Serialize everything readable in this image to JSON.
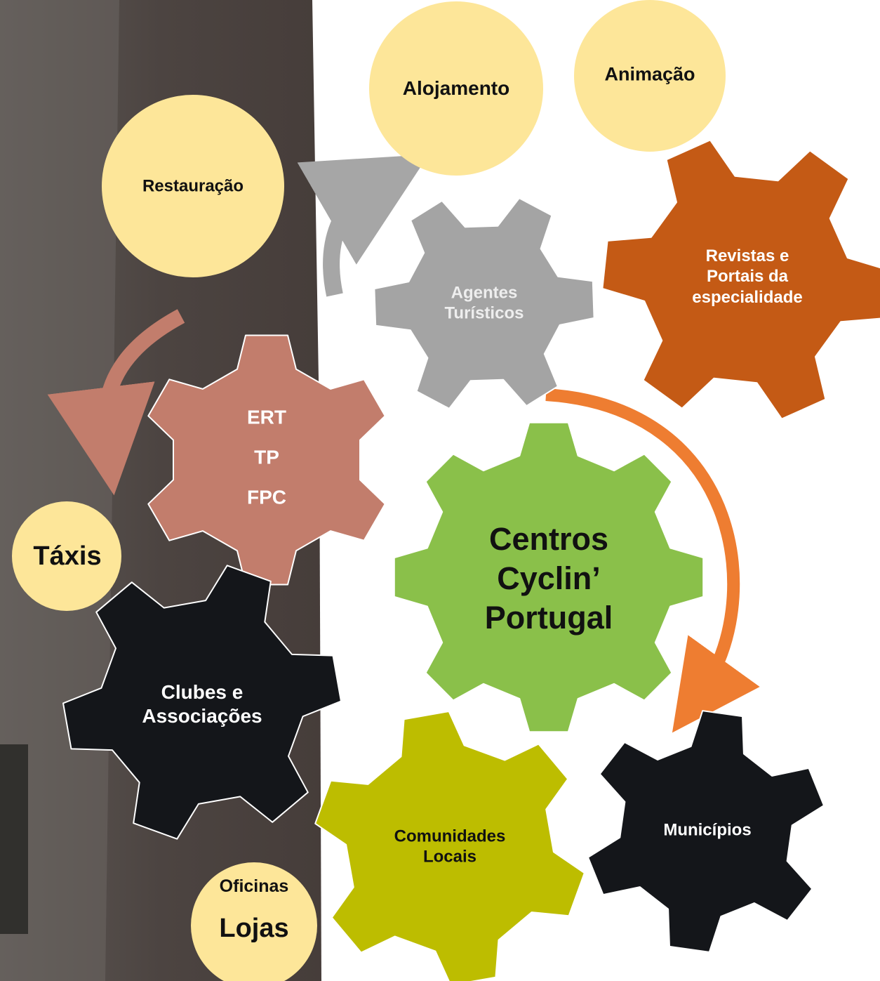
{
  "colors": {
    "wall": "#4e4540",
    "wall_light": "#7a7470",
    "circle_fill": "#fde699",
    "gear_green": "#8ac04a",
    "gear_salmon": "#c27d6c",
    "gear_gray": "#a4a4a4",
    "gear_orange": "#c45a15",
    "gear_black": "#14161a",
    "gear_olive": "#bdbd00",
    "arrow_orange": "#ee7d31",
    "arrow_gray": "#a6a6a6",
    "arrow_salmon": "#c27d6c"
  },
  "circles": {
    "alojamento": "Alojamento",
    "animacao": "Animação",
    "restauracao": "Restauração",
    "taxis": "Táxis",
    "oficinas": "Oficinas",
    "lojas": "Lojas"
  },
  "gears": {
    "agentes": {
      "line1": "Agentes",
      "line2": "Turísticos"
    },
    "revistas": {
      "line1": "Revistas e",
      "line2": "Portais da",
      "line3": "especialidade"
    },
    "ert": {
      "line1": "ERT",
      "line2": "TP",
      "line3": "FPC"
    },
    "centros": {
      "line1": "Centros",
      "line2": "Cyclin’",
      "line3": "Portugal"
    },
    "clubes": {
      "line1": "Clubes e",
      "line2": "Associações"
    },
    "comunidades": {
      "line1": "Comunidades",
      "line2": "Locais"
    },
    "municipios": {
      "line1": "Municípios"
    }
  }
}
